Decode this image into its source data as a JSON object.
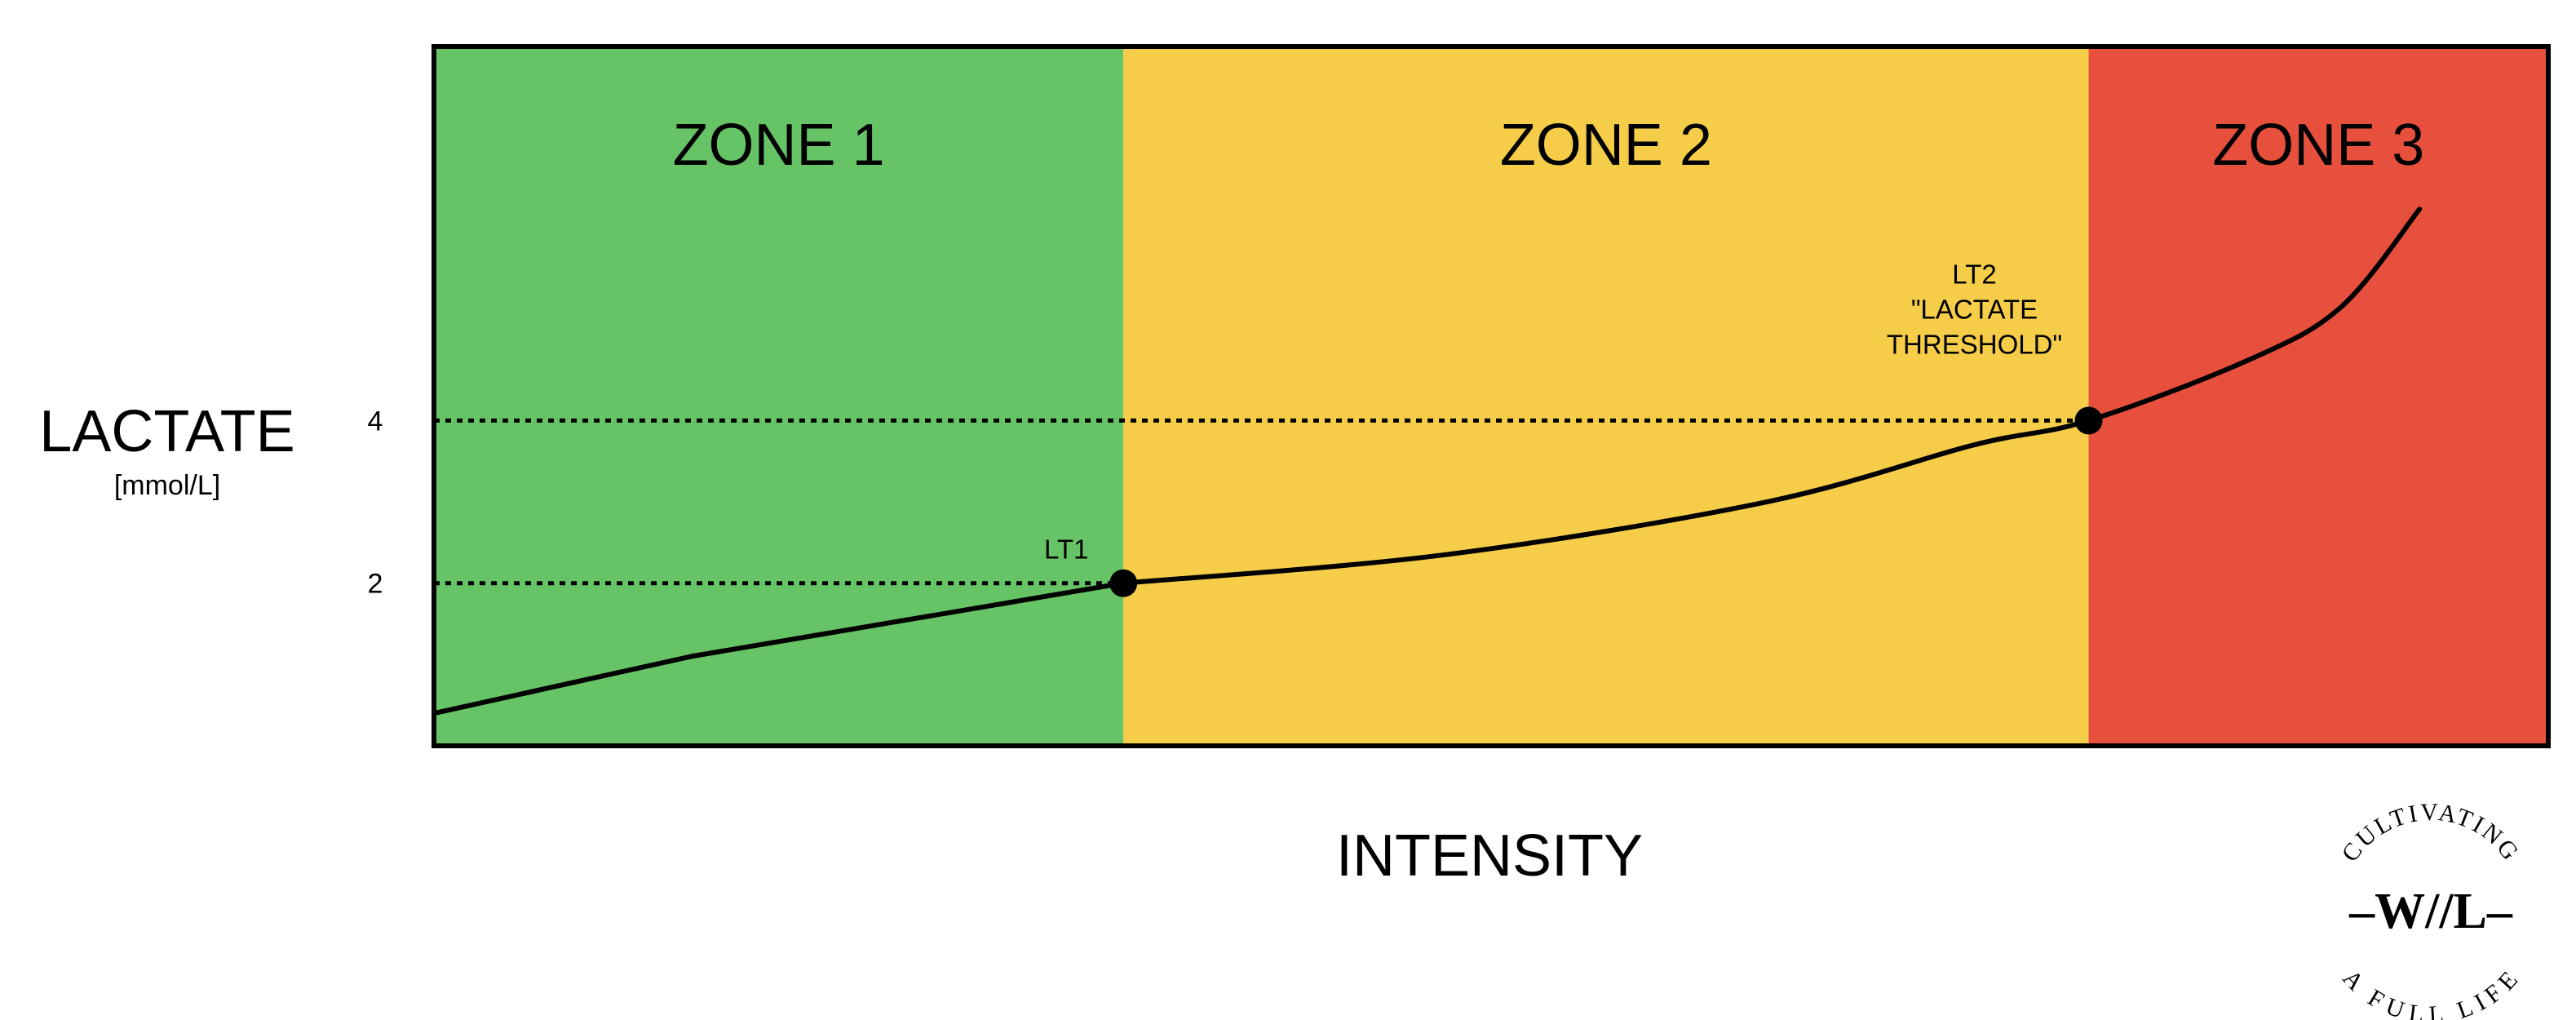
{
  "chart_data": {
    "type": "line",
    "ylabel": "LACTATE",
    "ylabel_unit": "[mmol/L]",
    "xlabel": "INTENSITY",
    "yticks": [
      2,
      4
    ],
    "zones": [
      {
        "label": "ZONE 1",
        "color": "#66C466"
      },
      {
        "label": "ZONE 2",
        "color": "#F6CD48"
      },
      {
        "label": "ZONE 3",
        "color": "#E8503E"
      }
    ],
    "series": [
      {
        "points": [
          [
            0,
            0.4
          ],
          [
            0.56,
            1.1
          ],
          [
            1.5,
            2.0
          ],
          [
            2.2,
            2.35
          ],
          [
            2.9,
            3.0
          ],
          [
            3.35,
            3.7
          ],
          [
            3.6,
            4.0
          ],
          [
            3.95,
            4.75
          ],
          [
            4.15,
            5.4
          ],
          [
            4.32,
            6.6
          ]
        ]
      }
    ],
    "markers": [
      {
        "x": 1.5,
        "y": 2.0,
        "label": "LT1"
      },
      {
        "x": 3.6,
        "y": 4.0,
        "label": "LT2\n\"LACTATE\nTHRESHOLD\""
      }
    ],
    "zone_boundaries": [
      1.5,
      3.6
    ],
    "xlim": [
      0,
      4.6
    ],
    "ylim": [
      0,
      8.6
    ],
    "grid": false,
    "colors": {
      "line": "#000000",
      "frame": "#000000"
    }
  },
  "logo": {
    "top_text": "CULTIVATING",
    "mark": "–W//L–",
    "bottom_text": "A FULL LIFE"
  }
}
